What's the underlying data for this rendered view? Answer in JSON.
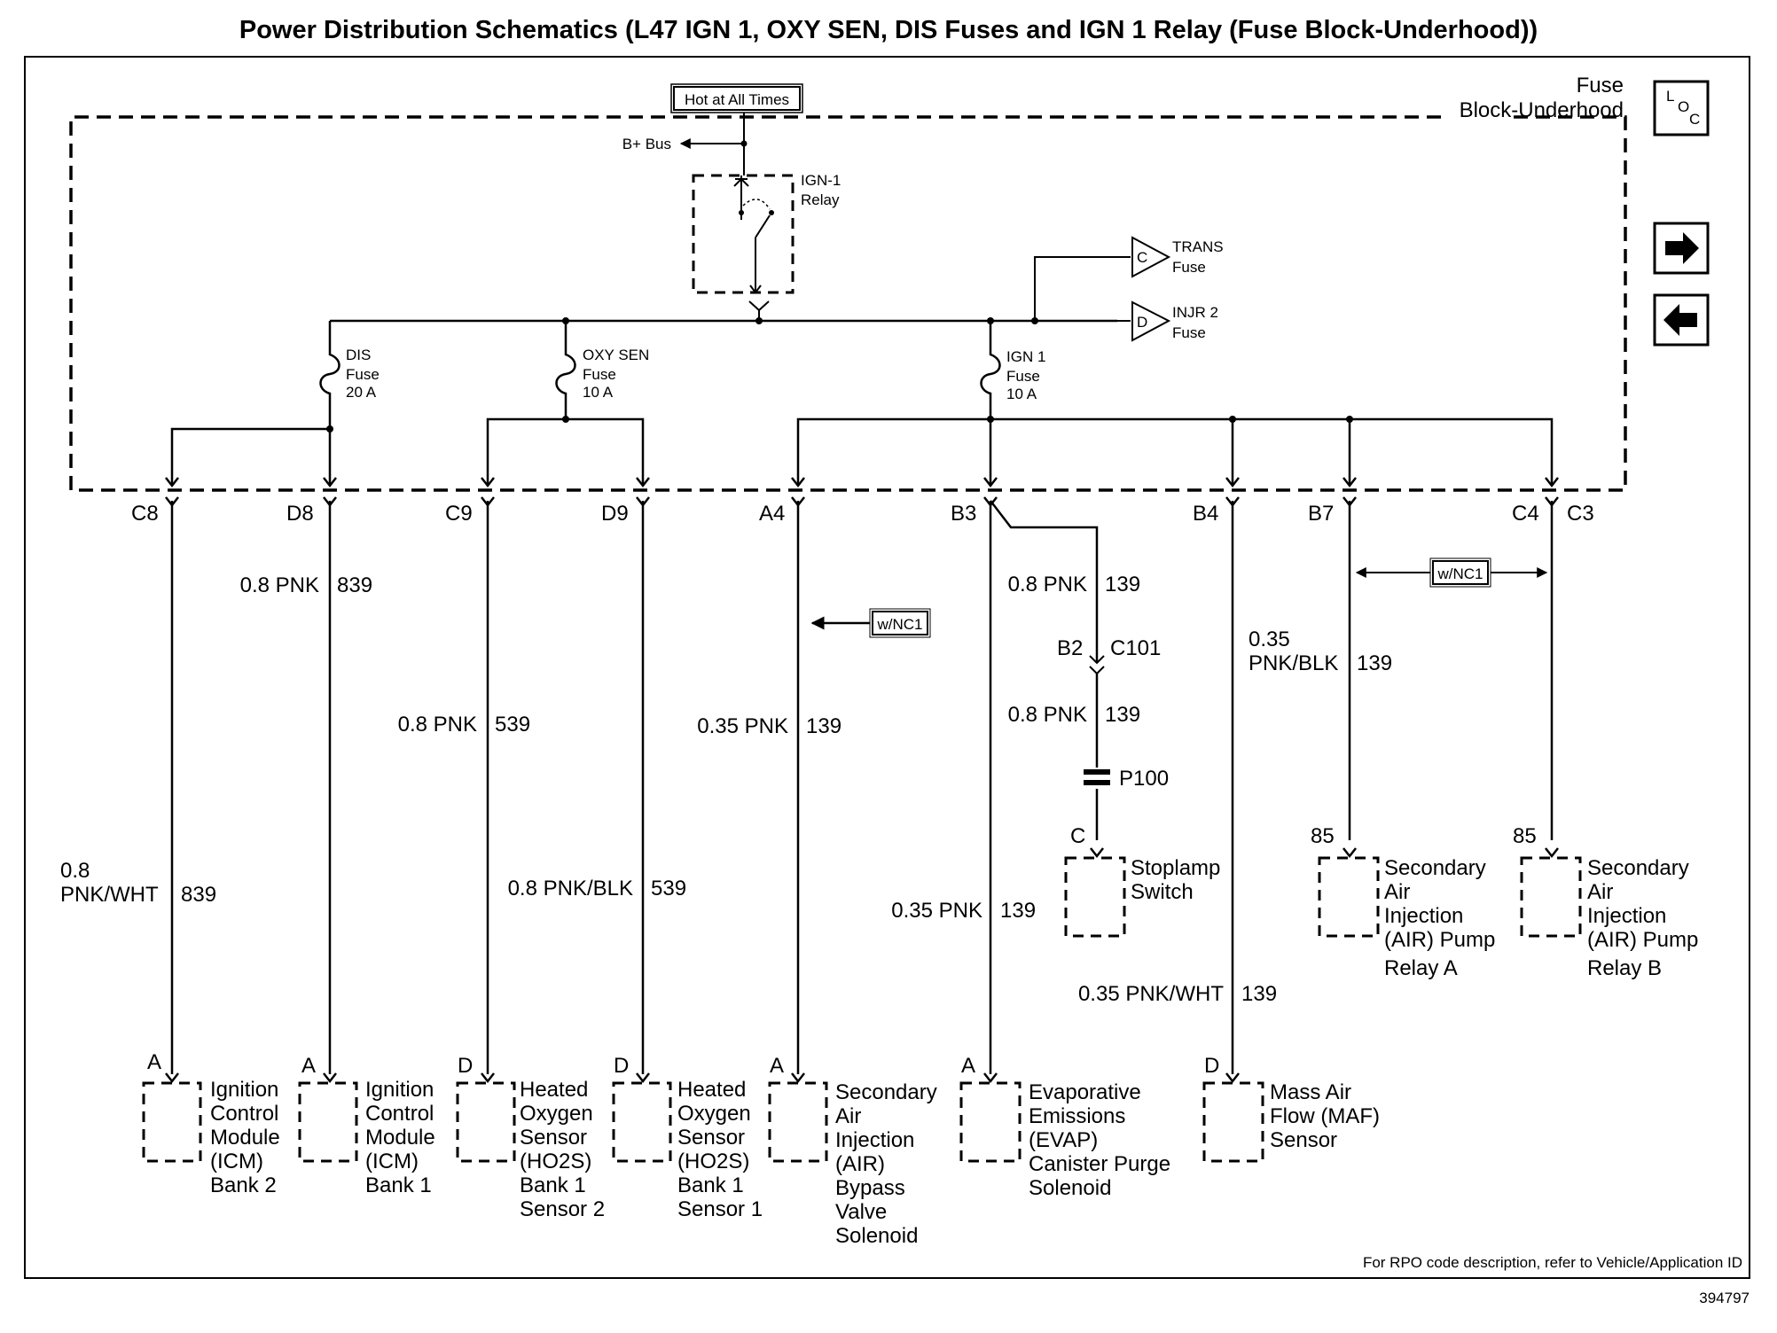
{
  "title": "Power Distribution Schematics (L47 IGN 1, OXY SEN, DIS Fuses and IGN 1 Relay (Fuse Block-Underhood))",
  "fuse_block": {
    "label_line1": "Fuse",
    "label_line2": "Block-Underhood"
  },
  "loc_icon": {
    "l": "L",
    "o": "O",
    "c": "C"
  },
  "hot_label": "Hot at All Times",
  "bplus_bus": "B+ Bus",
  "relay": {
    "line1": "IGN-1",
    "line2": "Relay"
  },
  "trans_fuse": {
    "letter": "C",
    "line1": "TRANS",
    "line2": "Fuse"
  },
  "injr_fuse": {
    "letter": "D",
    "line1": "INJR 2",
    "line2": "Fuse"
  },
  "fuses": {
    "dis": {
      "line1": "DIS",
      "line2": "Fuse",
      "line3": "20 A"
    },
    "oxysen": {
      "line1": "OXY SEN",
      "line2": "Fuse",
      "line3": "10 A"
    },
    "ign1": {
      "line1": "IGN 1",
      "line2": "Fuse",
      "line3": "10 A"
    }
  },
  "connectors": [
    "C8",
    "D8",
    "C9",
    "D9",
    "A4",
    "B3",
    "B4",
    "B7",
    "C4",
    "C3"
  ],
  "wires": [
    {
      "color": "0.8 PNK",
      "circuit": "839"
    },
    {
      "color": "0.8",
      "color2": "PNK/WHT",
      "circuit": "839"
    },
    {
      "color": "0.8 PNK",
      "circuit": "539"
    },
    {
      "color": "0.8 PNK/BLK",
      "circuit": "539"
    },
    {
      "color": "0.35 PNK",
      "circuit": "139"
    },
    {
      "color": "0.8 PNK",
      "circuit": "139"
    },
    {
      "color": "0.8 PNK",
      "circuit": "139"
    },
    {
      "color": "0.35 PNK",
      "circuit": "139"
    },
    {
      "color": "0.35",
      "color2": "PNK/BLK",
      "circuit": "139"
    },
    {
      "color": "0.35 PNK/WHT",
      "circuit": "139"
    }
  ],
  "inline_connector": {
    "pin": "B2",
    "name": "C101"
  },
  "splice": "P100",
  "option_tag": "w/NC1",
  "pins": {
    "a": "A",
    "d": "D",
    "c": "C",
    "p85": "85"
  },
  "components": {
    "icm_b2": [
      "Ignition",
      "Control",
      "Module",
      "(ICM)",
      "Bank 2"
    ],
    "icm_b1": [
      "Ignition",
      "Control",
      "Module",
      "(ICM)",
      "Bank 1"
    ],
    "ho2s_s2": [
      "Heated",
      "Oxygen",
      "Sensor",
      "(HO2S)",
      "Bank 1",
      "Sensor 2"
    ],
    "ho2s_s1": [
      "Heated",
      "Oxygen",
      "Sensor",
      "(HO2S)",
      "Bank 1",
      "Sensor 1"
    ],
    "air_bypass": [
      "Secondary",
      "Air",
      "Injection",
      "(AIR)",
      "Bypass",
      "Valve",
      "Solenoid"
    ],
    "evap": [
      "Evaporative",
      "Emissions",
      "(EVAP)",
      "Canister Purge",
      "Solenoid"
    ],
    "maf": [
      "Mass Air",
      "Flow (MAF)",
      "Sensor"
    ],
    "stoplamp": [
      "Stoplamp",
      "Switch"
    ],
    "air_relay_a": [
      "Secondary",
      "Air",
      "Injection",
      "(AIR) Pump",
      "Relay A"
    ],
    "air_relay_b": [
      "Secondary",
      "Air",
      "Injection",
      "(AIR) Pump",
      "Relay B"
    ]
  },
  "footer_note": "For RPO  code description, refer to Vehicle/Application ID",
  "figure_id": "394797"
}
